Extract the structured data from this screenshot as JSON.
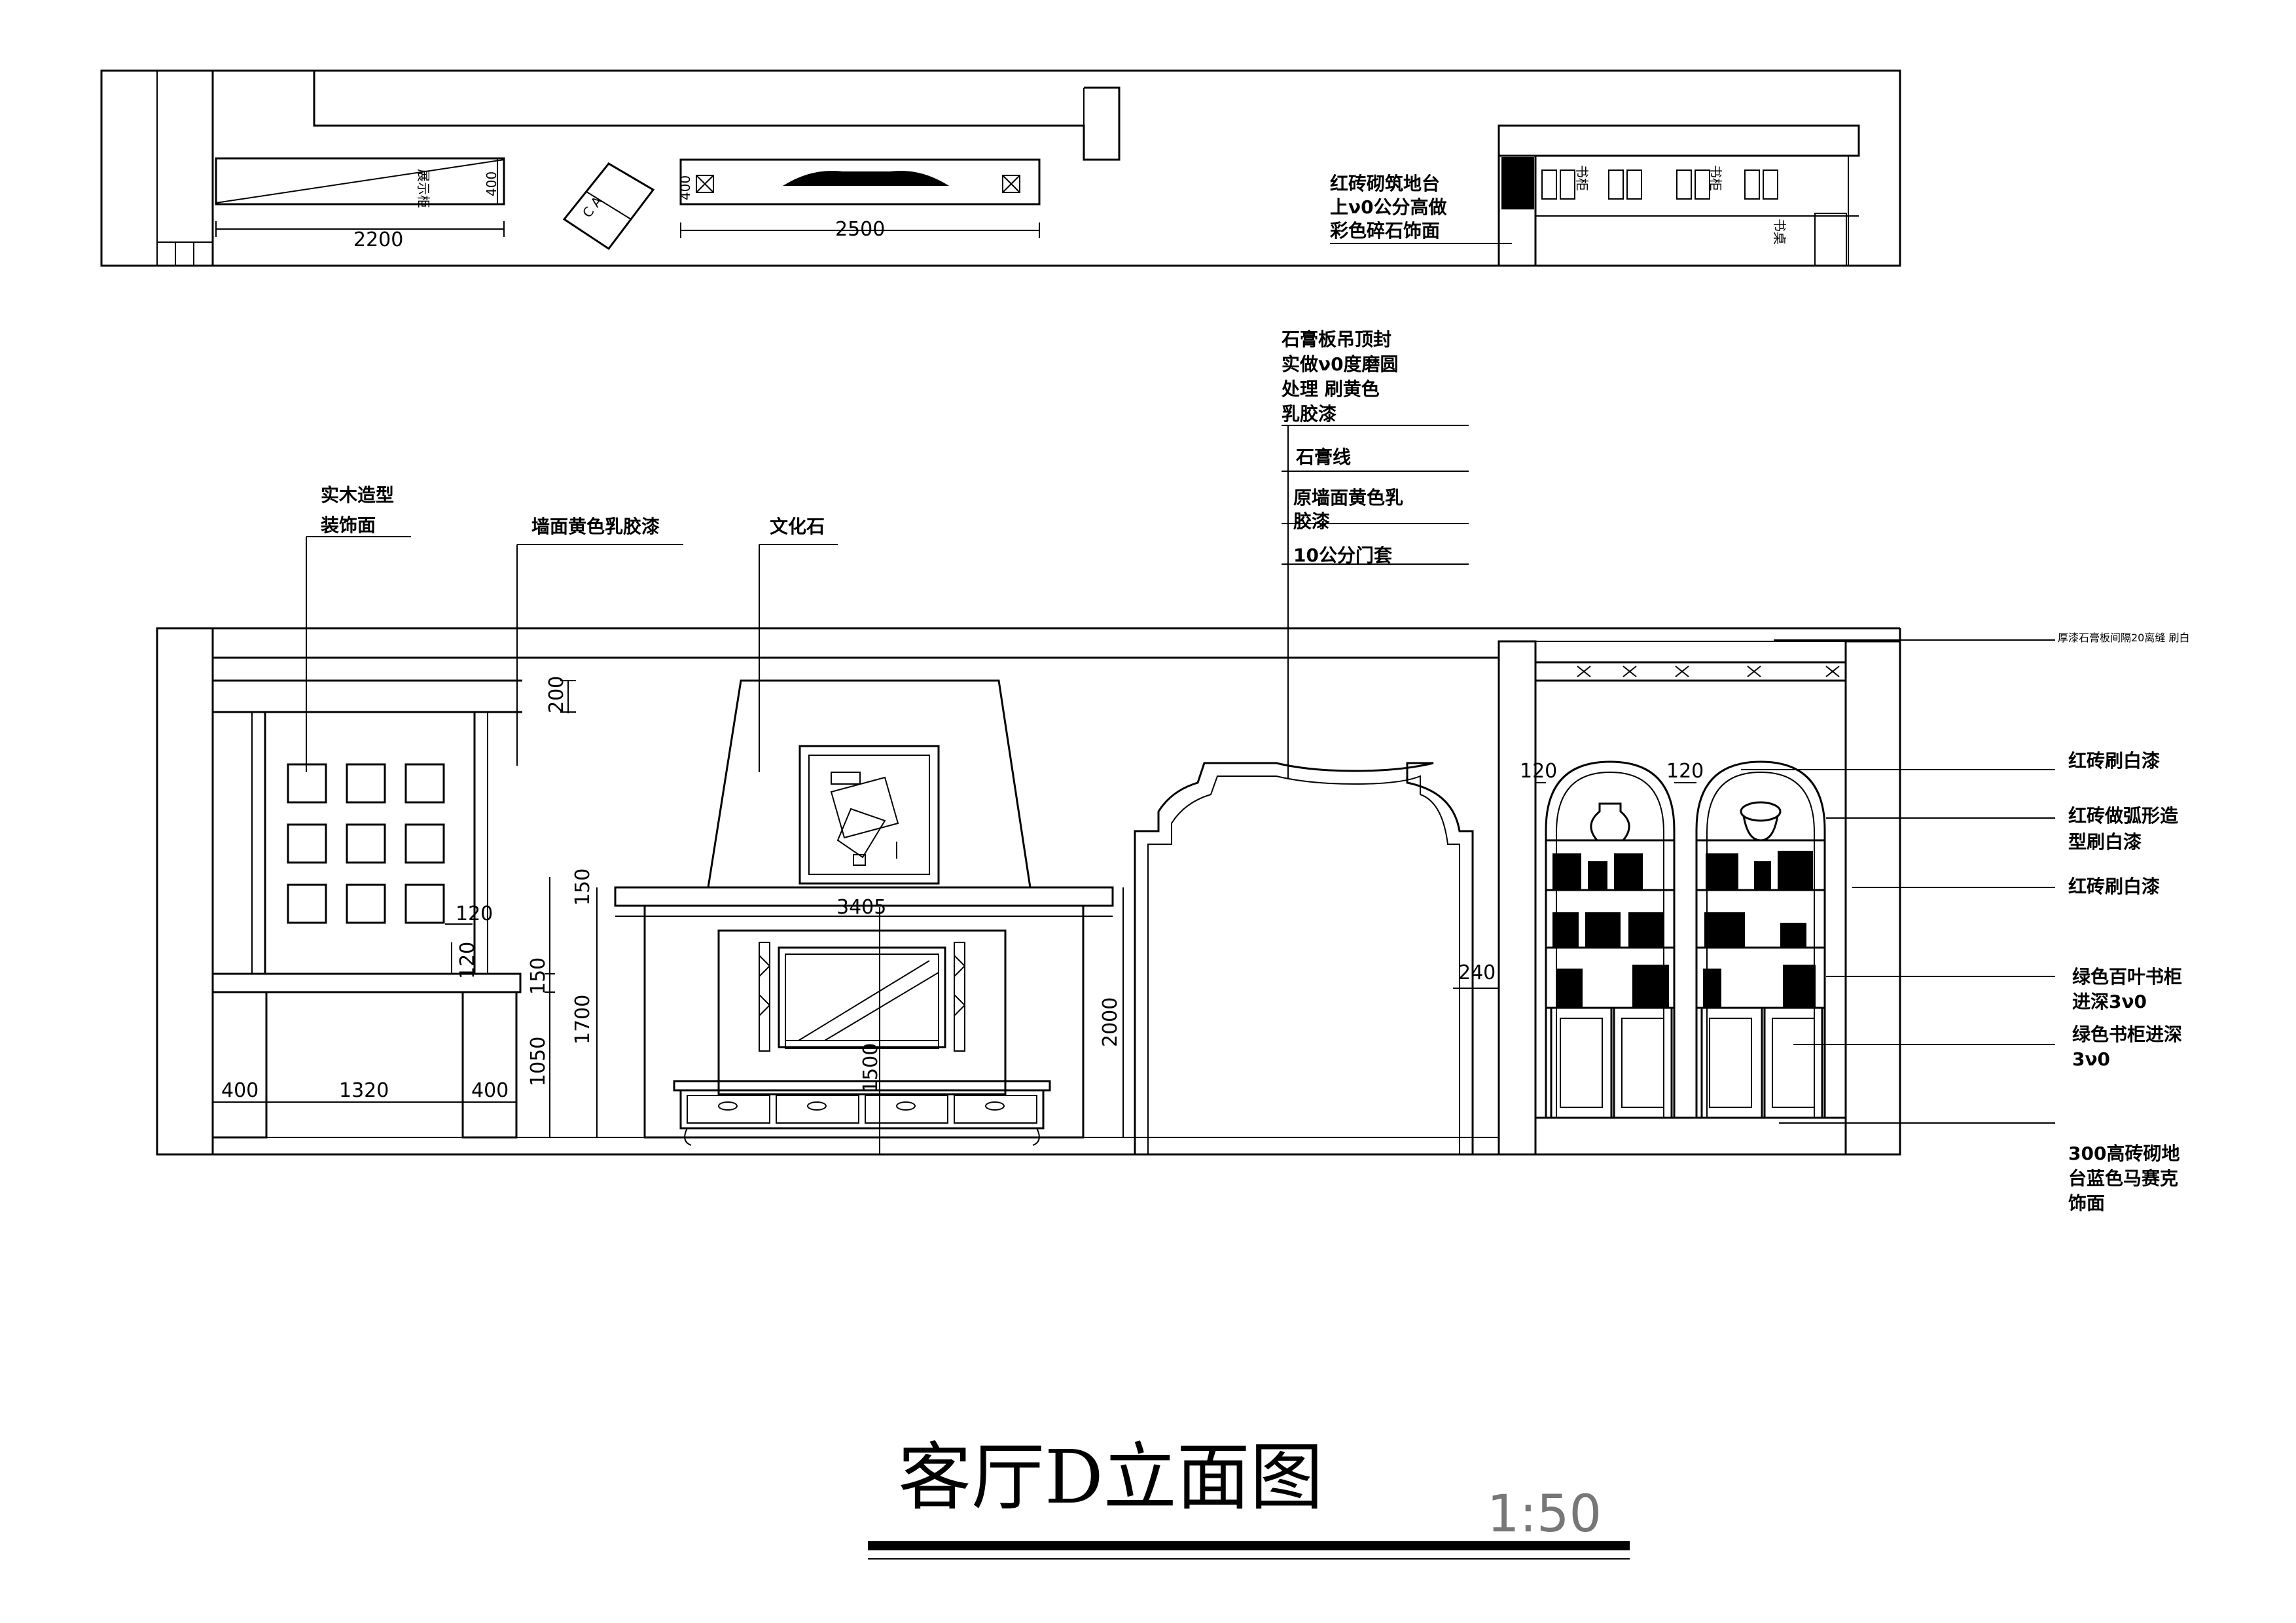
{
  "title": "客厅D立面图",
  "scale": "1:50",
  "plan": {
    "display_cabinet": "展示柜",
    "dim_2200": "2200",
    "dim_400a": "400",
    "dim_400b": "400",
    "dim_2500": "2500",
    "note": [
      "红砖砌筑地台",
      "上ν0公分高做",
      "彩色碎石饰面"
    ],
    "bookshelf_a": "书柜",
    "bookshelf_b": "书柜",
    "desk": "书桌",
    "marker": "C A"
  },
  "elevation": {
    "labels_left": {
      "wood_a": "实木造型",
      "wood_b": "装饰面",
      "wall_paint": "墙面黄色乳胶漆",
      "culture_stone": "文化石"
    },
    "labels_top": {
      "ceiling_a": "石膏板吊顶封",
      "ceiling_b": "实做ν0度磨圆",
      "ceiling_c": "处理 刷黄色",
      "ceiling_d": "乳胶漆",
      "plaster_line": "石膏线",
      "orig_wall_a": "原墙面黄色乳",
      "orig_wall_b": "胶漆",
      "door_trim": "10公分门套"
    },
    "labels_right": {
      "top_note": "厚漆石膏板间隔20离缝  刷白",
      "red_brick_1": "红砖刷白漆",
      "arch_a": "红砖做弧形造",
      "arch_b": "型刷白漆",
      "red_brick_2": "红砖刷白漆",
      "green_louver_a": "绿色百叶书柜",
      "green_louver_b": "进深3ν0",
      "green_cab_a": "绿色书柜进深",
      "green_cab_b": "3ν0",
      "platform_a": "300高砖砌地",
      "platform_b": "台蓝色马赛克",
      "platform_c": "饰面"
    },
    "dims": {
      "d200": "200",
      "d150a": "150",
      "d150b": "150",
      "d1700": "1700",
      "d1050": "1050",
      "d3405": "3405",
      "d1500": "1500",
      "d2000": "2000",
      "d120a": "120",
      "d120b": "120",
      "d400a": "400",
      "d1320": "1320",
      "d400b": "400",
      "d240": "240",
      "d120c": "120",
      "d120d": "120"
    }
  }
}
